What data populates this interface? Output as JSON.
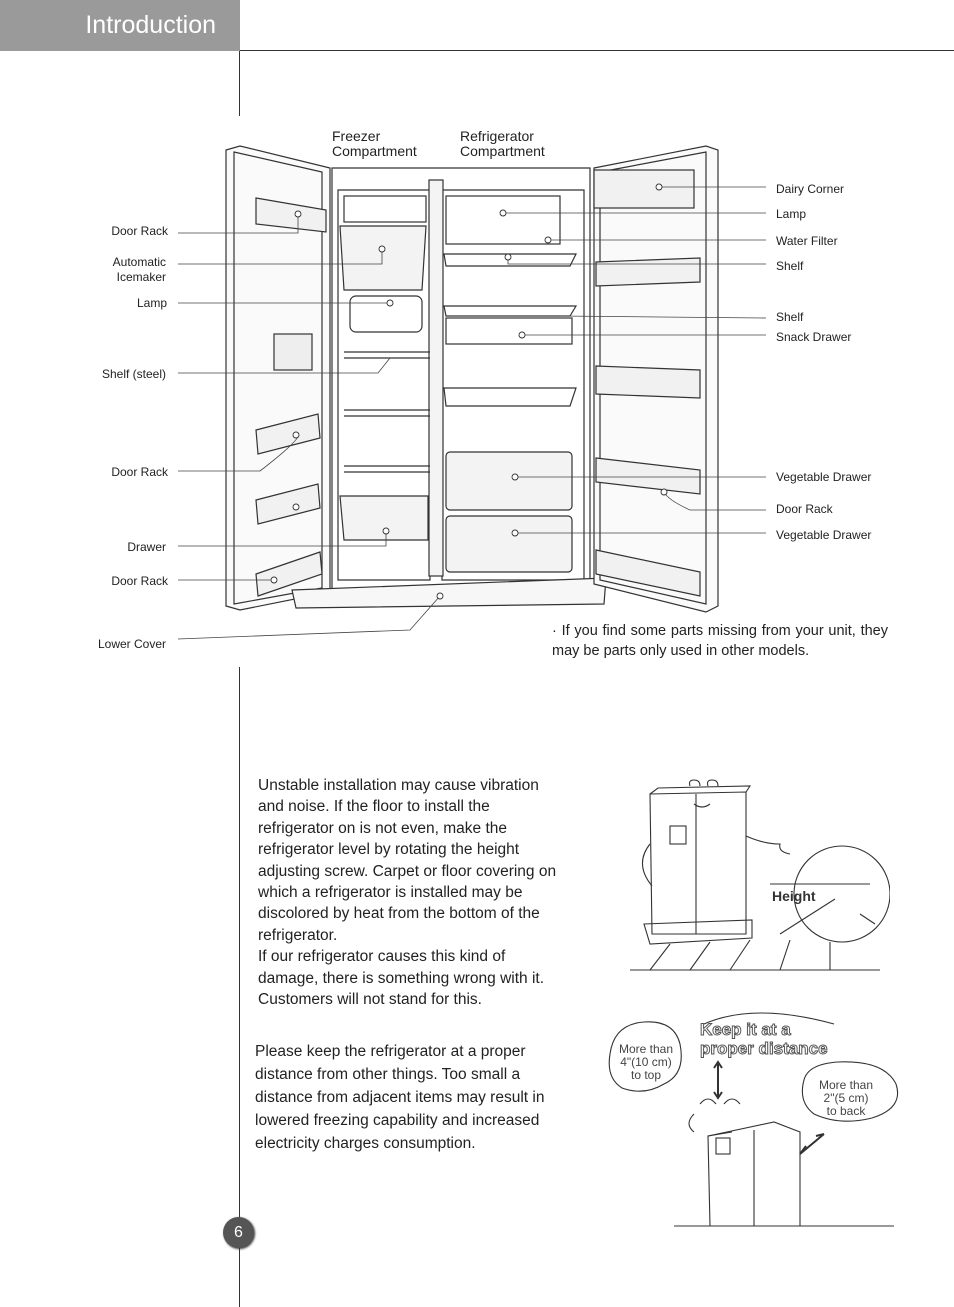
{
  "header": {
    "section_title": "Introduction"
  },
  "diagram": {
    "compartments": {
      "freezer": "Freezer\nCompartment",
      "refrigerator": "Refrigerator\nCompartment"
    },
    "left_labels": {
      "door_rack_1": "Door  Rack",
      "auto_icemaker": "Automatic\nIcemaker",
      "lamp": "Lamp",
      "shelf_steel": "Shelf  (steel)",
      "door_rack_2": "Door  Rack",
      "drawer": "Drawer",
      "door_rack_3": "Door  Rack",
      "lower_cover": "Lower  Cover"
    },
    "right_labels": {
      "dairy_corner": "Dairy  Corner",
      "lamp": "Lamp",
      "water_filter": "Water  Filter",
      "shelf_1": "Shelf",
      "shelf_2": "Shelf",
      "snack_drawer": "Snack  Drawer",
      "vegetable_drawer_1": "Vegetable  Drawer",
      "door_rack": "Door  Rack",
      "vegetable_drawer_2": "Vegetable  Drawer"
    },
    "note": "· If you find some parts missing from your unit, they may be parts only used in other models."
  },
  "installation": {
    "text": "Unstable installation may cause vibration and noise. If the floor to install the refrigerator on is not even, make the refrigerator level by rotating the height adjusting screw. Carpet or floor covering on which a refrigerator is installed may be discolored by heat from the bottom of the refrigerator.\nIf our refrigerator causes this kind of damage, there is something wrong with it. Customers will not stand for this.",
    "illustration_label": "Height"
  },
  "distance": {
    "text": "Please keep the refrigerator at a proper distance from other things. Too small a distance from adjacent items may result in lowered freezing capability and increased electricity charges consumption.",
    "banner": "Keep it at a\nproper distance",
    "top_bubble": "More than\n4\"(10 cm)\nto top",
    "back_bubble": "More than\n2\"(5 cm)\nto back"
  },
  "footer": {
    "page_number": "6"
  }
}
